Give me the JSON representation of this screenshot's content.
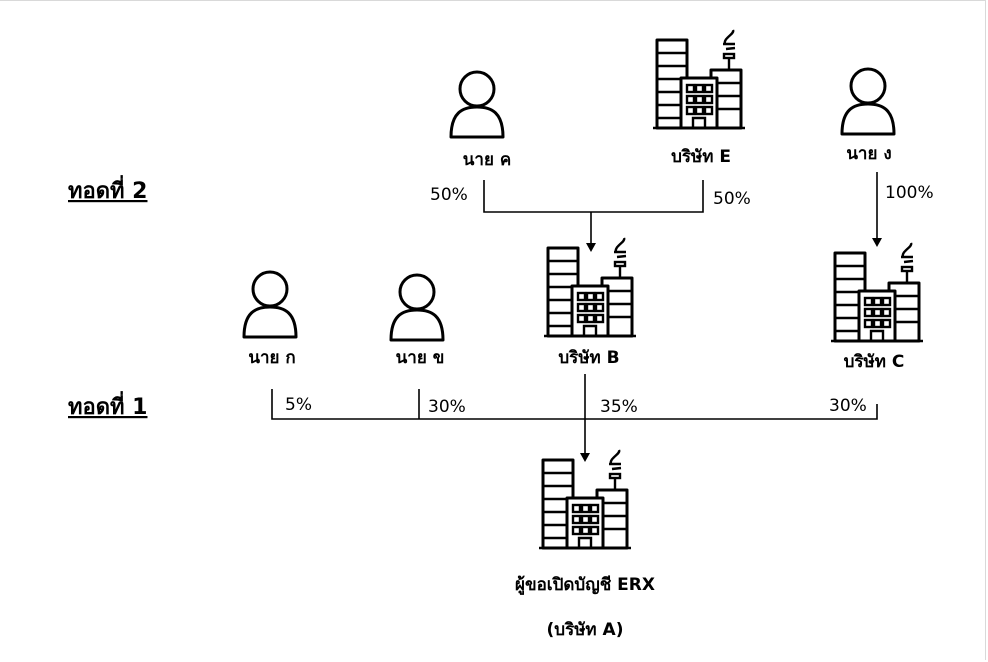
{
  "levels": {
    "tier2": "ทอดที่ 2",
    "tier1": "ทอดที่ 1"
  },
  "entities": {
    "person_c": "นาย ค",
    "company_e": "บริษัท E",
    "person_d": "นาย ง",
    "person_a": "นาย ก",
    "person_b": "นาย ข",
    "company_b": "บริษัท B",
    "company_c": "บริษัท C",
    "applicant": "ผู้ขอเปิดบัญชี ERX",
    "company_a": "(บริษัท A)"
  },
  "shares": {
    "c_to_b": "50%",
    "e_to_b": "50%",
    "d_to_c": "100%",
    "a_to_target": "5%",
    "b_to_target": "30%",
    "companyb_to_target": "35%",
    "companyc_to_target": "30%"
  },
  "icons": {
    "person": "person-icon",
    "company": "building-icon"
  }
}
